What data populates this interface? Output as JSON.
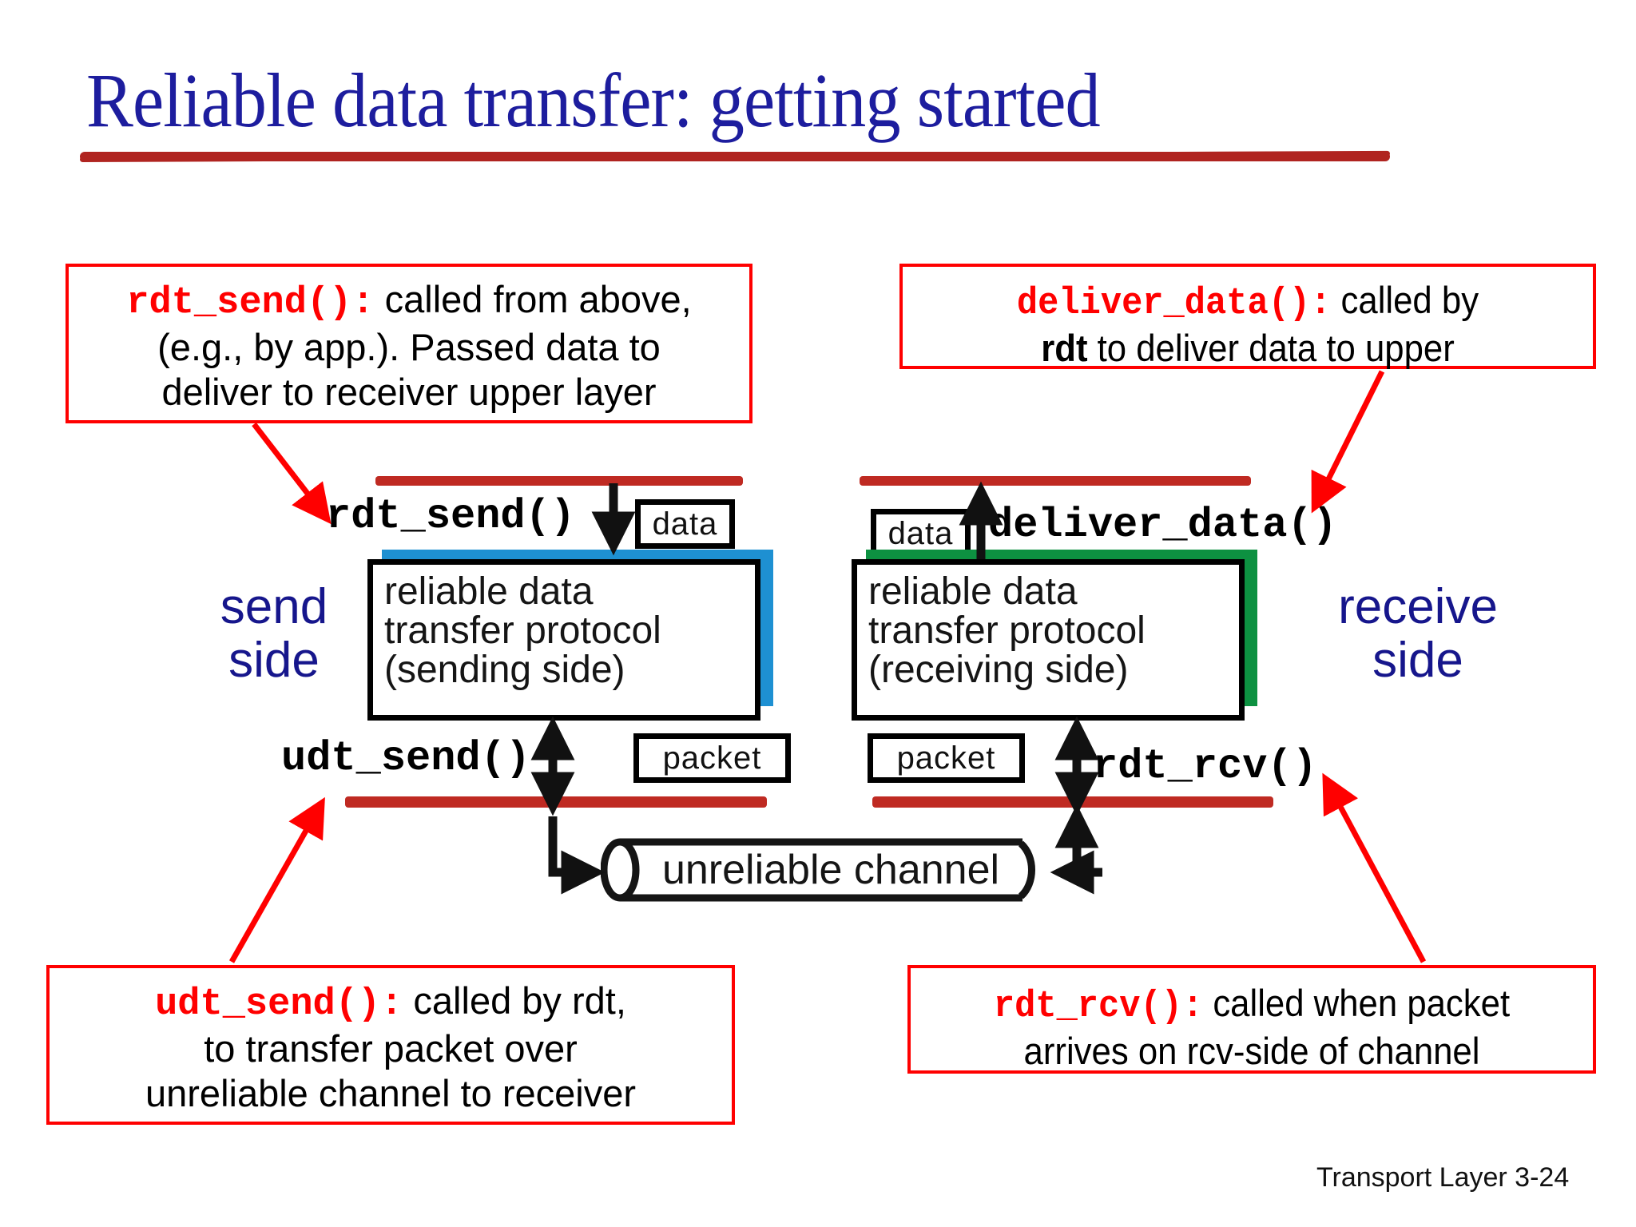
{
  "slide": {
    "title": "Reliable data transfer: getting started",
    "footer": "Transport Layer 3-24"
  },
  "colors": {
    "title_blue": "#1d1d9e",
    "title_rule_red": "#b02420",
    "callout_red": "#ff0000",
    "layer_line_red": "#bf2a22",
    "send_shadow_blue": "#1e90d2",
    "receive_shadow_green": "#0d9141",
    "side_label_navy": "#16168c"
  },
  "callouts": {
    "rdt_send": {
      "fn": "rdt_send():",
      "rest": " called from above,",
      "line2": "(e.g., by app.). Passed data to",
      "line3": "deliver to receiver upper layer"
    },
    "deliver_data": {
      "fn": "deliver_data():",
      "rest": " called by",
      "line2_bold": "rdt",
      "line2_rest": " to deliver data to upper"
    },
    "udt_send": {
      "fn": "udt_send():",
      "rest": " called by rdt,",
      "line2": "to transfer packet over",
      "line3": "unreliable channel to receiver"
    },
    "rdt_rcv": {
      "fn": "rdt_rcv():",
      "rest": " called when packet",
      "line2": "arrives on rcv-side of channel"
    }
  },
  "diagram": {
    "send_side_label": "send\nside",
    "send_side_line1": "send",
    "send_side_line2": "side",
    "receive_side_line1": "receive",
    "receive_side_line2": "side",
    "rdt_send_label": "rdt_send()",
    "deliver_data_label": "deliver_data()",
    "udt_send_label": "udt_send()",
    "rdt_rcv_label": "rdt_rcv()",
    "data_box_send": "data",
    "data_box_recv": "data",
    "packet_box_send": "packet",
    "packet_box_recv": "packet",
    "proto_send": {
      "line1": "reliable data",
      "line2": "transfer protocol",
      "line3": "(sending side)"
    },
    "proto_recv": {
      "line1": "reliable data",
      "line2": "transfer protocol",
      "line3": "(receiving side)"
    },
    "channel_label": "unreliable channel"
  }
}
